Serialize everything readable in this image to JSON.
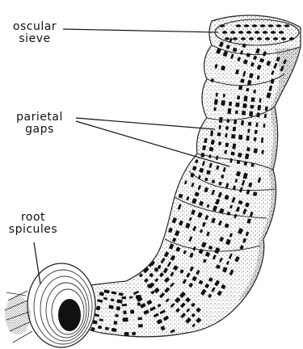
{
  "figure": {
    "subject": "sponge skeleton",
    "labels": {
      "oscular_sieve": [
        "oscular",
        "sieve"
      ],
      "parietal_gaps": [
        "parietal",
        "gaps"
      ],
      "root_spicules": [
        "root",
        "spicules"
      ]
    },
    "colors": {
      "ink": "#111111",
      "stipple": "#4a4a4a",
      "background": "#ffffff"
    }
  }
}
